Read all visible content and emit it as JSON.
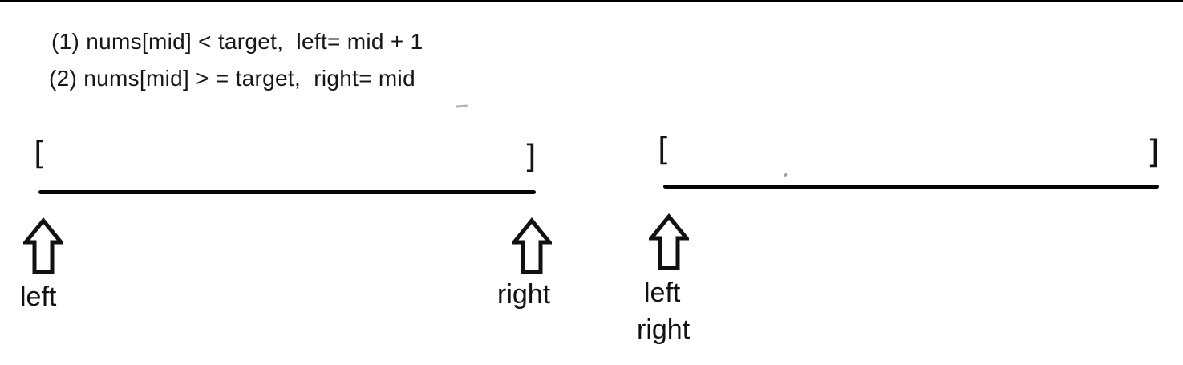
{
  "colors": {
    "ink": "#141414",
    "line": "#050505",
    "background": "#ffffff",
    "faint_mark": "#b5b5b5"
  },
  "conditions": {
    "line1": "(1) nums[mid] < target,  left= mid + 1",
    "line2": "(2) nums[mid] > = target,  right= mid"
  },
  "diagrams": {
    "initial": {
      "bracket_open": "[",
      "bracket_close": "]",
      "pointers": [
        {
          "label": "left"
        },
        {
          "label": "right"
        }
      ]
    },
    "converged": {
      "bracket_open": "[",
      "bracket_close": "]",
      "pointers": [
        {
          "label": "left"
        },
        {
          "label": "right"
        }
      ]
    }
  }
}
